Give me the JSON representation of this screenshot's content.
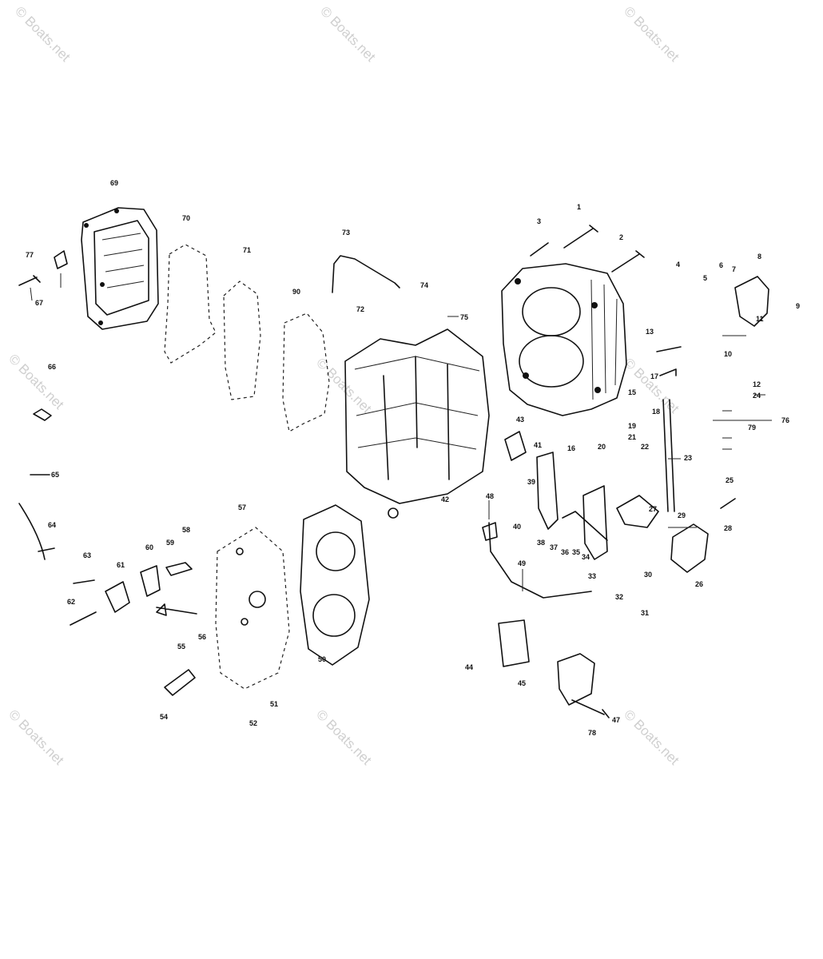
{
  "watermark": "© Boats.net",
  "callouts": [
    "1",
    "2",
    "3",
    "4",
    "5",
    "6",
    "7",
    "8",
    "9",
    "10",
    "11",
    "12",
    "13",
    "15",
    "16",
    "17",
    "18",
    "19",
    "20",
    "21",
    "22",
    "23",
    "24",
    "25",
    "26",
    "27",
    "28",
    "29",
    "30",
    "31",
    "32",
    "33",
    "34",
    "35",
    "36",
    "37",
    "38",
    "39",
    "40",
    "41",
    "42",
    "43",
    "44",
    "45",
    "47",
    "48",
    "49",
    "50",
    "51",
    "52",
    "54",
    "55",
    "56",
    "57",
    "58",
    "59",
    "60",
    "61",
    "62",
    "63",
    "64",
    "65",
    "66",
    "67",
    "69",
    "70",
    "71",
    "72",
    "73",
    "74",
    "75",
    "76",
    "77",
    "78",
    "79",
    "90"
  ]
}
